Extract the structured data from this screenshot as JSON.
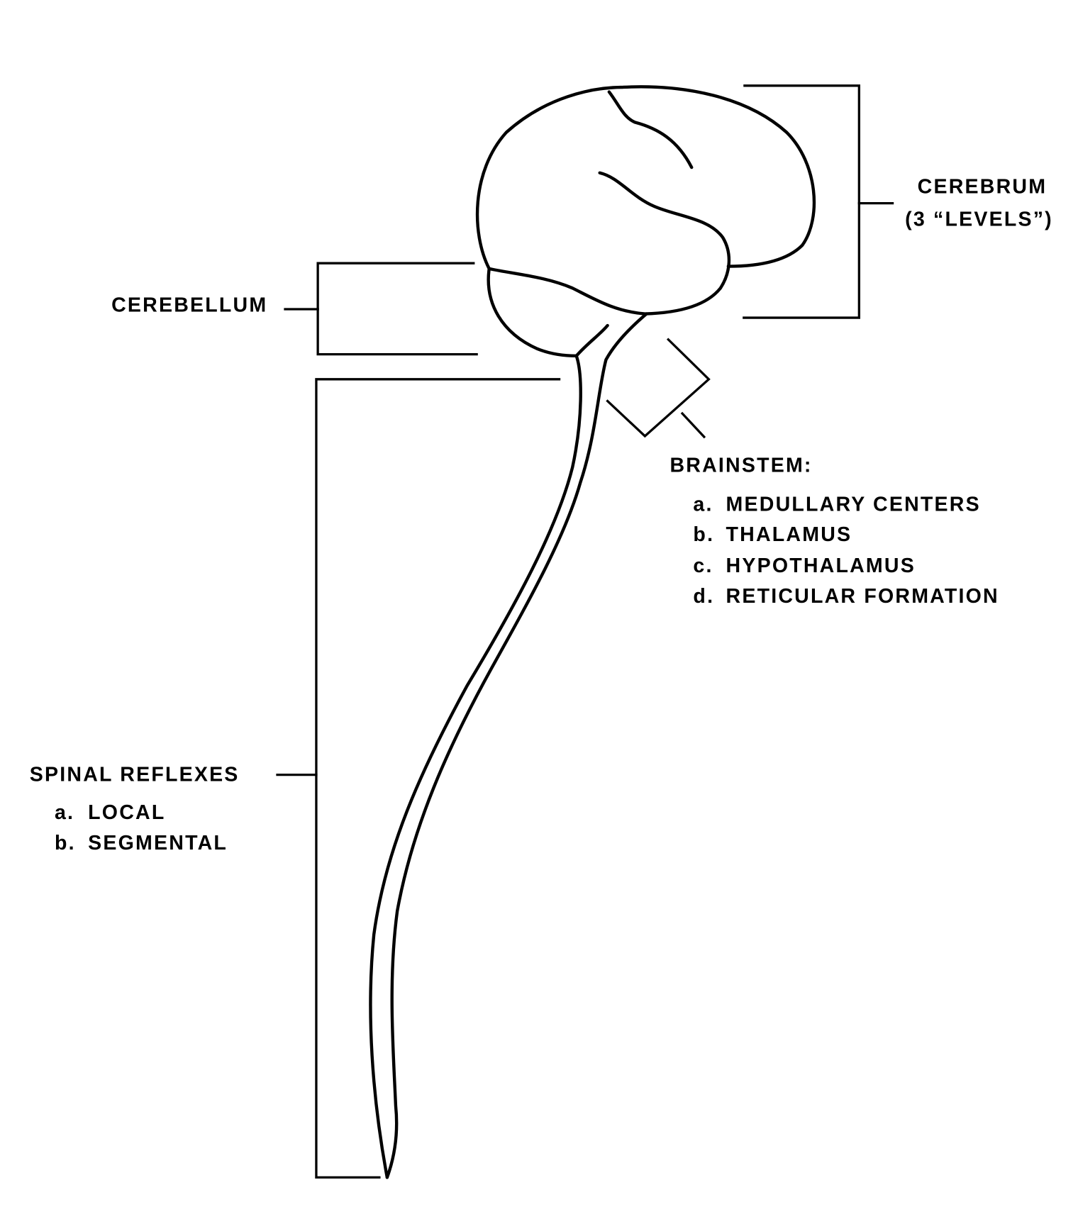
{
  "labels": {
    "cerebrum": {
      "line1": "CEREBRUM",
      "line2": "(3 “LEVELS”)"
    },
    "cerebellum": "CEREBELLUM",
    "brainstem": {
      "title": "BRAINSTEM:",
      "items": [
        {
          "marker": "a.",
          "text": "MEDULLARY CENTERS"
        },
        {
          "marker": "b.",
          "text": "THALAMUS"
        },
        {
          "marker": "c.",
          "text": "HYPOTHALAMUS"
        },
        {
          "marker": "d.",
          "text": "RETICULAR FORMATION"
        }
      ]
    },
    "spinal": {
      "title": "SPINAL REFLEXES",
      "items": [
        {
          "marker": "a.",
          "text": "LOCAL"
        },
        {
          "marker": "b.",
          "text": "SEGMENTAL"
        }
      ]
    }
  }
}
